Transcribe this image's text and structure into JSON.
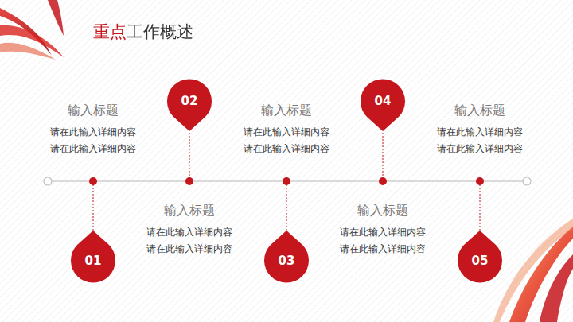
{
  "diagram": {
    "title": "重点工作概述",
    "nodes": [
      {
        "text": [
          "01",
          "输入标题",
          "请在此输入详细内容 请在此输入详细内容"
        ]
      },
      {
        "text": [
          "02",
          "输入标题",
          "请在此输入详细内容 请在此输入详细内容"
        ]
      },
      {
        "text": [
          "03",
          "输入标题",
          "请在此输入详细内容 请在此输入详细内容"
        ]
      },
      {
        "text": [
          "04",
          "输入标题",
          "请在此输入详细内容 请在此输入详细内容"
        ]
      },
      {
        "text": [
          "05",
          "输入标题",
          "请在此输入详细内容 请在此输入详细内容"
        ]
      }
    ]
  }
}
